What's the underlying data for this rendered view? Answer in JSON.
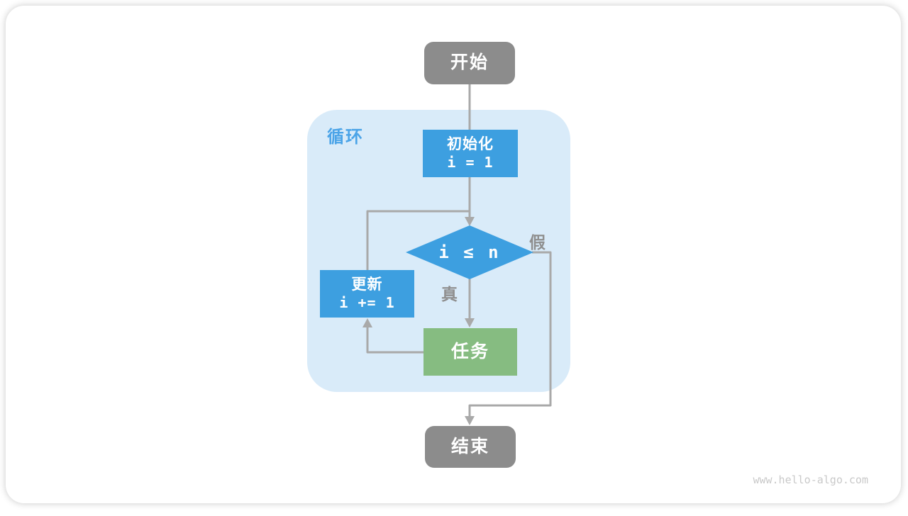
{
  "watermark": "www.hello-algo.com",
  "colors": {
    "node_gray": "#8C8C8C",
    "node_blue": "#3D9FE0",
    "node_green": "#86BC81",
    "loop_background": "#D9EBF9",
    "loop_label_text": "#4BA4E8",
    "connector": "#A9A9A9",
    "edge_label_text": "#8F8F8F",
    "watermark_text": "#C9C9C9"
  },
  "flowchart": {
    "loop_label": "循环",
    "nodes": {
      "start": {
        "label": "开始"
      },
      "init": {
        "label": "初始化",
        "code": "i = 1"
      },
      "condition": {
        "label": "i ≤ n"
      },
      "update": {
        "label": "更新",
        "code": "i += 1"
      },
      "task": {
        "label": "任务"
      },
      "end": {
        "label": "结束"
      }
    },
    "edge_labels": {
      "true": "真",
      "false": "假"
    }
  }
}
